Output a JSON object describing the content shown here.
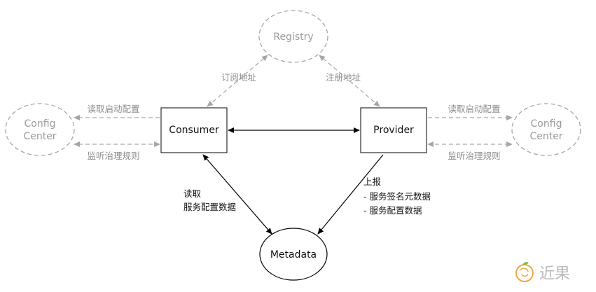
{
  "nodes": {
    "registry": "Registry",
    "consumer": "Consumer",
    "provider": "Provider",
    "config_left_line1": "Config",
    "config_left_line2": "Center",
    "config_right_line1": "Config",
    "config_right_line2": "Center",
    "metadata": "Metadata"
  },
  "edges": {
    "subscribe": "订阅地址",
    "register": "注册地址",
    "left_read_config": "读取启动配置",
    "left_watch_rules": "监听治理规则",
    "right_read_config": "读取启动配置",
    "right_watch_rules": "监听治理规则",
    "consumer_meta_line1": "读取",
    "consumer_meta_line2": "服务配置数据",
    "provider_meta_line1": "上报",
    "provider_meta_line2": "- 服务签名元数据",
    "provider_meta_line3": "- 服务配置数据"
  },
  "watermark": {
    "text": "近果",
    "icon": "fruit-logo-icon"
  },
  "colors": {
    "solid": "#000000",
    "dim": "#a6a6a6",
    "logo": "#f4a640"
  }
}
